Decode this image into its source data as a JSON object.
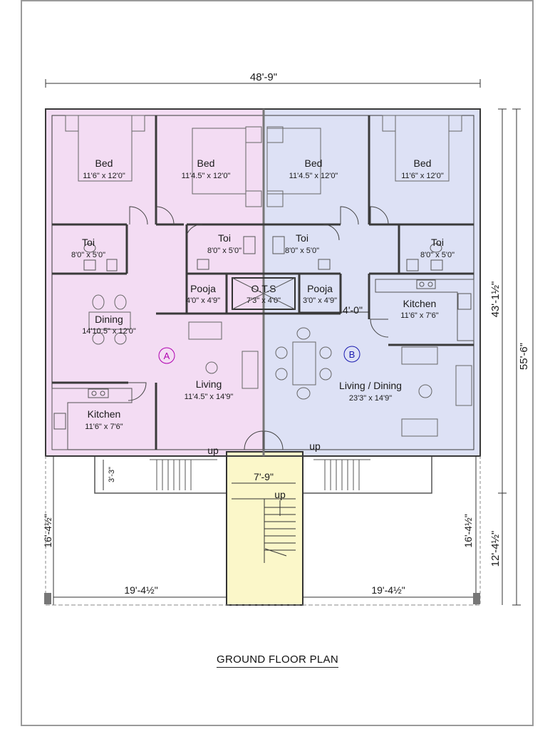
{
  "title": "GROUND FLOOR PLAN",
  "dimensions": {
    "overall_width": "48'-9\"",
    "overall_depth": "55'-6\"",
    "building_depth": "43'-1½\"",
    "setback_depth": "12'-4½\"",
    "left_side_depth": "16'-4½\"",
    "right_side_depth": "16'-4½\"",
    "left_front": "19'-4½\"",
    "right_front": "19'-4½\"",
    "stair_width": "7'-9\"",
    "step_depth": "3'-3\"",
    "passage": "4'-0\""
  },
  "unit_a": {
    "marker": "A",
    "color": "#f3dcf3",
    "rooms": {
      "bed1": {
        "name": "Bed",
        "size": "11'6\" x 12'0\""
      },
      "bed2": {
        "name": "Bed",
        "size": "11'4.5\" x 12'0\""
      },
      "toi1": {
        "name": "Toi",
        "size": "8'0\" x 5'0\""
      },
      "toi2": {
        "name": "Toi",
        "size": "8'0\" x 5'0\""
      },
      "pooja": {
        "name": "Pooja",
        "size": "4'0\" x 4'9\""
      },
      "dining": {
        "name": "Dining",
        "size": "14'10.5\" x 12'0\""
      },
      "living": {
        "name": "Living",
        "size": "11'4.5\" x 14'9\""
      },
      "kitchen": {
        "name": "Kitchen",
        "size": "11'6\" x 7'6\""
      }
    }
  },
  "unit_b": {
    "marker": "B",
    "color": "#dde1f5",
    "rooms": {
      "bed1": {
        "name": "Bed",
        "size": "11'4.5\" x 12'0\""
      },
      "bed2": {
        "name": "Bed",
        "size": "11'6\" x 12'0\""
      },
      "toi1": {
        "name": "Toi",
        "size": "8'0\" x 5'0\""
      },
      "toi2": {
        "name": "Toi",
        "size": "8'0\" x 5'0\""
      },
      "pooja": {
        "name": "Pooja",
        "size": "3'0\" x 4'9\""
      },
      "kitchen": {
        "name": "Kitchen",
        "size": "11'6\" x 7'6\""
      },
      "living_dining": {
        "name": "Living / Dining",
        "size": "23'3\" x 14'9\""
      }
    }
  },
  "ots": {
    "name": "O.T.S",
    "size": "7'3\" x 4'0\""
  },
  "stair": {
    "label_main": "up",
    "label_left": "up",
    "label_right": "up",
    "color": "#fbf7c9"
  }
}
